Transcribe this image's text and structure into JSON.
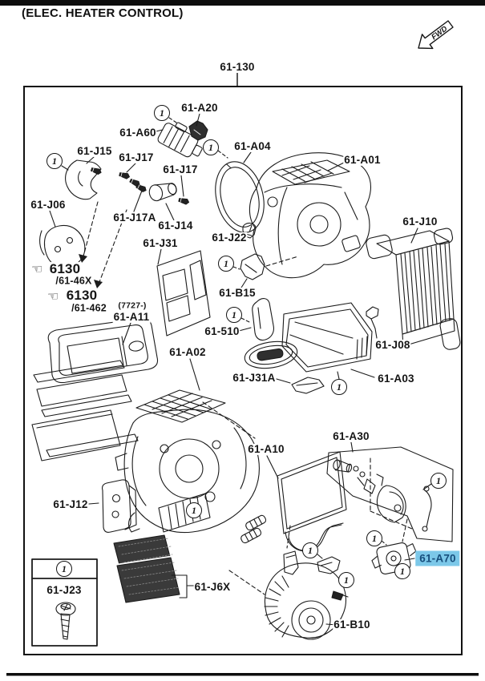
{
  "page": {
    "title": "(ELEC. HEATER CONTROL)",
    "direction_indicator": "FWD"
  },
  "assembly": {
    "ref": "61-130"
  },
  "callout": {
    "symbol": "1"
  },
  "colors": {
    "highlight_bg": "#7cc8e9",
    "highlight_text": "#174e7c",
    "line": "#1b1b1b"
  },
  "icons": {
    "pointing_hand": "☜"
  },
  "parts": {
    "a20": "61-A20",
    "a60": "61-A60",
    "j15": "61-J15",
    "j17_top": "61-J17",
    "j17_right": "61-J17",
    "j17a": "61-J17A",
    "j14": "61-J14",
    "j06": "61-J06",
    "a04": "61-A04",
    "a01": "61-A01",
    "j10": "61-J10",
    "j22": "61-J22",
    "j31": "61-J31",
    "b15": "61-B15",
    "p510": "61-510",
    "j08": "61-J08",
    "a02": "61-A02",
    "j31a": "61-J31A",
    "a03": "61-A03",
    "a11": "61-A11",
    "a30": "61-A30",
    "a10": "61-A10",
    "j12": "61-J12",
    "a70": "61-A70",
    "b10": "61-B10",
    "j6x": "61-J6X"
  },
  "alt_refs": {
    "group_a": {
      "code": "6130",
      "sub": "/61-46X"
    },
    "group_b": {
      "code": "6130",
      "sub": "/61-462"
    },
    "a11_range": "(7727-)"
  },
  "legend": {
    "qty_symbol": "1",
    "part": "61-J23"
  }
}
